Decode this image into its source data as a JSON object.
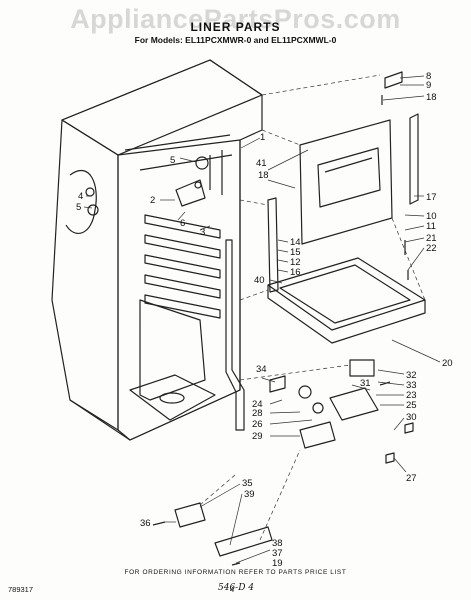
{
  "watermark": "AppliancePartsPros.com",
  "title": "LINER PARTS",
  "subtitle": "For Models: EL11PCXMWR-0 and EL11PCXMWL-0",
  "footer_note": "FOR ORDERING INFORMATION REFER TO PARTS PRICE LIST",
  "doc_code": "789317",
  "page_number": "4",
  "handwritten": "546-D 4",
  "callouts": [
    {
      "id": "c8",
      "label": "8"
    },
    {
      "id": "c9",
      "label": "9"
    },
    {
      "id": "c18a",
      "label": "18"
    },
    {
      "id": "c1",
      "label": "1"
    },
    {
      "id": "c41",
      "label": "41"
    },
    {
      "id": "c18b",
      "label": "18"
    },
    {
      "id": "c5a",
      "label": "5"
    },
    {
      "id": "c4",
      "label": "4"
    },
    {
      "id": "c5b",
      "label": "5"
    },
    {
      "id": "c2",
      "label": "2"
    },
    {
      "id": "c6",
      "label": "6"
    },
    {
      "id": "c3",
      "label": "3"
    },
    {
      "id": "c17",
      "label": "17"
    },
    {
      "id": "c10",
      "label": "10"
    },
    {
      "id": "c11",
      "label": "11"
    },
    {
      "id": "c21",
      "label": "21"
    },
    {
      "id": "c22",
      "label": "22"
    },
    {
      "id": "c14",
      "label": "14"
    },
    {
      "id": "c15",
      "label": "15"
    },
    {
      "id": "c12",
      "label": "12"
    },
    {
      "id": "c16",
      "label": "16"
    },
    {
      "id": "c40",
      "label": "40"
    },
    {
      "id": "c20",
      "label": "20"
    },
    {
      "id": "c34",
      "label": "34"
    },
    {
      "id": "c32",
      "label": "32"
    },
    {
      "id": "c31",
      "label": "31"
    },
    {
      "id": "c33",
      "label": "33"
    },
    {
      "id": "c23",
      "label": "23"
    },
    {
      "id": "c24",
      "label": "24"
    },
    {
      "id": "c25",
      "label": "25"
    },
    {
      "id": "c28",
      "label": "28"
    },
    {
      "id": "c26",
      "label": "26"
    },
    {
      "id": "c30",
      "label": "30"
    },
    {
      "id": "c29",
      "label": "29"
    },
    {
      "id": "c27",
      "label": "27"
    },
    {
      "id": "c35",
      "label": "35"
    },
    {
      "id": "c36",
      "label": "36"
    },
    {
      "id": "c39",
      "label": "39"
    },
    {
      "id": "c38",
      "label": "38"
    },
    {
      "id": "c37",
      "label": "37"
    },
    {
      "id": "c19",
      "label": "19"
    }
  ]
}
